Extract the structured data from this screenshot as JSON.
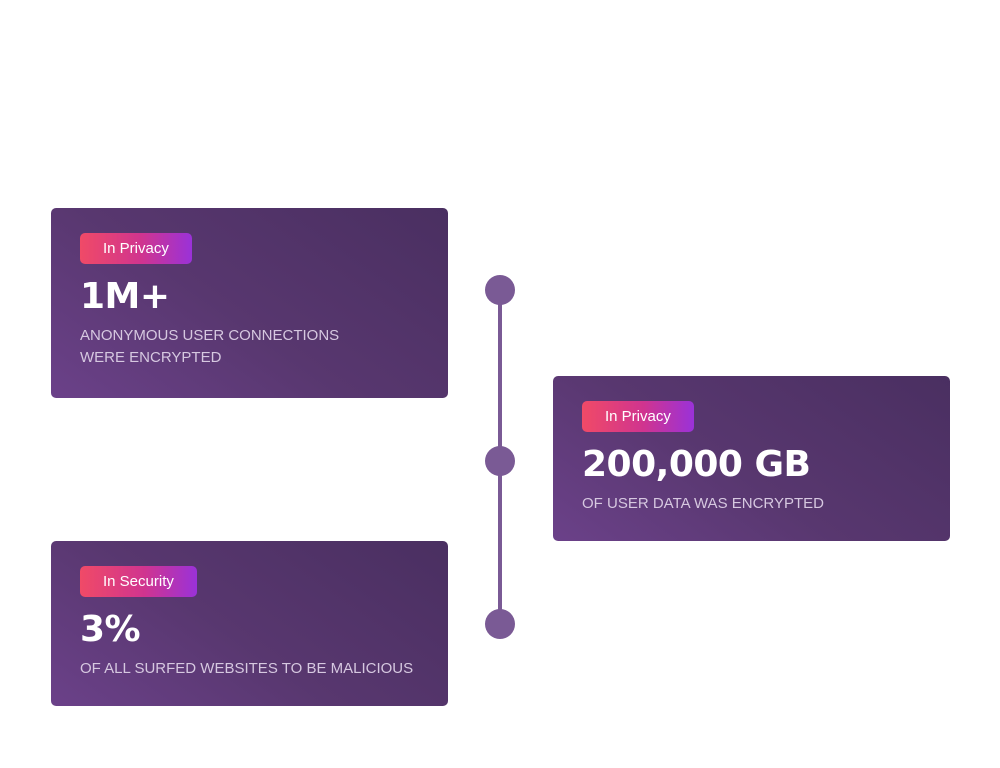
{
  "colors": {
    "card_gradient_start": "#6b4189",
    "card_gradient_end": "#4a2f61",
    "badge_gradient_start": "#f04a67",
    "badge_gradient_end": "#9a32d8",
    "timeline": "#7a5a95",
    "description_text": "#d6c8e0"
  },
  "cards": [
    {
      "badge": "In Privacy",
      "stat": "1M+",
      "description_lines": [
        "ANONYMOUS USER CONNECTIONS",
        "WERE ENCRYPTED"
      ]
    },
    {
      "badge": "In Privacy",
      "stat": "200,000 GB",
      "description_lines": [
        "OF USER DATA WAS ENCRYPTED"
      ]
    },
    {
      "badge": "In Security",
      "stat": "3%",
      "description_lines": [
        "OF ALL SURFED WEBSITES TO BE MALICIOUS"
      ]
    }
  ]
}
